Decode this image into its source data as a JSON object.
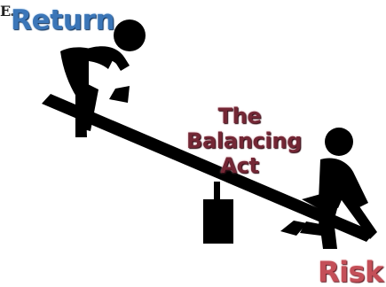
{
  "labels": {
    "return": "Return",
    "risk": "Risk",
    "title_lines": [
      "The",
      "Balancing",
      "Act"
    ],
    "corner_fragment": "E."
  },
  "colors": {
    "return": "#3b76b8",
    "risk": "#c44f58",
    "title": "#742735",
    "figures": "#000000",
    "background": "#ffffff"
  },
  "icons": {
    "left_figure": "person-icon",
    "right_figure": "person-icon",
    "seesaw": "seesaw-icon"
  }
}
